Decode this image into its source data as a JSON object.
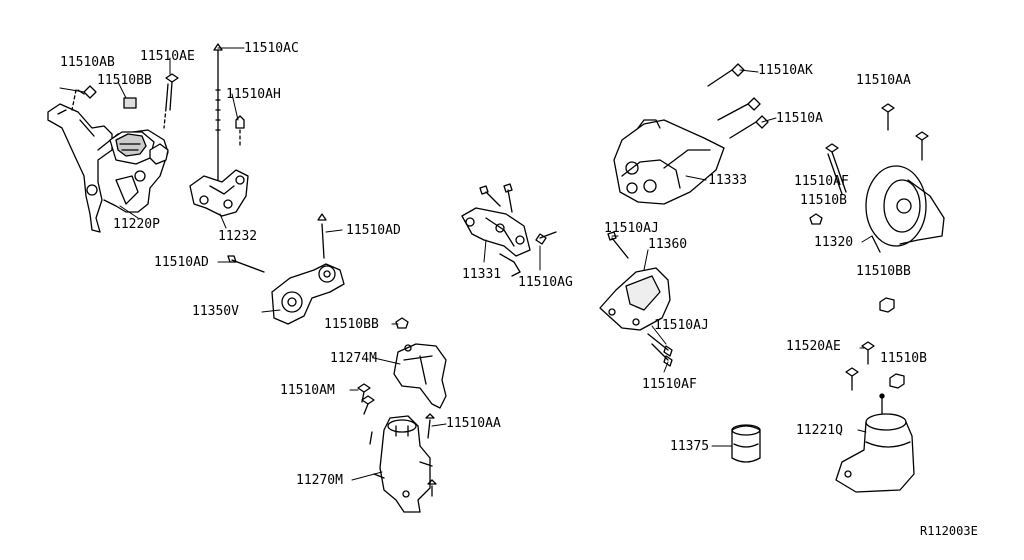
{
  "parts": [
    {
      "id": "p-11510ab-1",
      "text": "11510AB"
    },
    {
      "id": "p-11510ae-1",
      "text": "11510AE"
    },
    {
      "id": "p-11510bb-1",
      "text": "11510BB"
    },
    {
      "id": "p-11510ac",
      "text": "11510AC"
    },
    {
      "id": "p-11510ah",
      "text": "11510AH"
    },
    {
      "id": "p-11220p",
      "text": "11220P"
    },
    {
      "id": "p-11232",
      "text": "11232"
    },
    {
      "id": "p-11510ad-1",
      "text": "11510AD"
    },
    {
      "id": "p-11510ad-2",
      "text": "11510AD"
    },
    {
      "id": "p-11350v",
      "text": "11350V"
    },
    {
      "id": "p-11510bb-2",
      "text": "11510BB"
    },
    {
      "id": "p-11274m",
      "text": "11274M"
    },
    {
      "id": "p-11510am",
      "text": "11510AM"
    },
    {
      "id": "p-11510aa-1",
      "text": "11510AA"
    },
    {
      "id": "p-11270m",
      "text": "11270M"
    },
    {
      "id": "p-11331",
      "text": "11331"
    },
    {
      "id": "p-11510ag",
      "text": "11510AG"
    },
    {
      "id": "p-11510ak",
      "text": "11510AK"
    },
    {
      "id": "p-11510a",
      "text": "11510A"
    },
    {
      "id": "p-11333",
      "text": "11333"
    },
    {
      "id": "p-11510aj-1",
      "text": "11510AJ"
    },
    {
      "id": "p-11360",
      "text": "11360"
    },
    {
      "id": "p-11510aj-2",
      "text": "11510AJ"
    },
    {
      "id": "p-11510af-1",
      "text": "11510AF"
    },
    {
      "id": "p-11375",
      "text": "11375"
    },
    {
      "id": "p-11510aa-2",
      "text": "11510AA"
    },
    {
      "id": "p-11510af-2",
      "text": "11510AF"
    },
    {
      "id": "p-11510b-1",
      "text": "11510B"
    },
    {
      "id": "p-11320",
      "text": "11320"
    },
    {
      "id": "p-11510bb-3",
      "text": "11510BB"
    },
    {
      "id": "p-11520ae",
      "text": "11520AE"
    },
    {
      "id": "p-11510b-2",
      "text": "11510B"
    },
    {
      "id": "p-11221q",
      "text": "11221Q"
    }
  ],
  "diagram_ref": "R112003E",
  "line_color": "#000000"
}
